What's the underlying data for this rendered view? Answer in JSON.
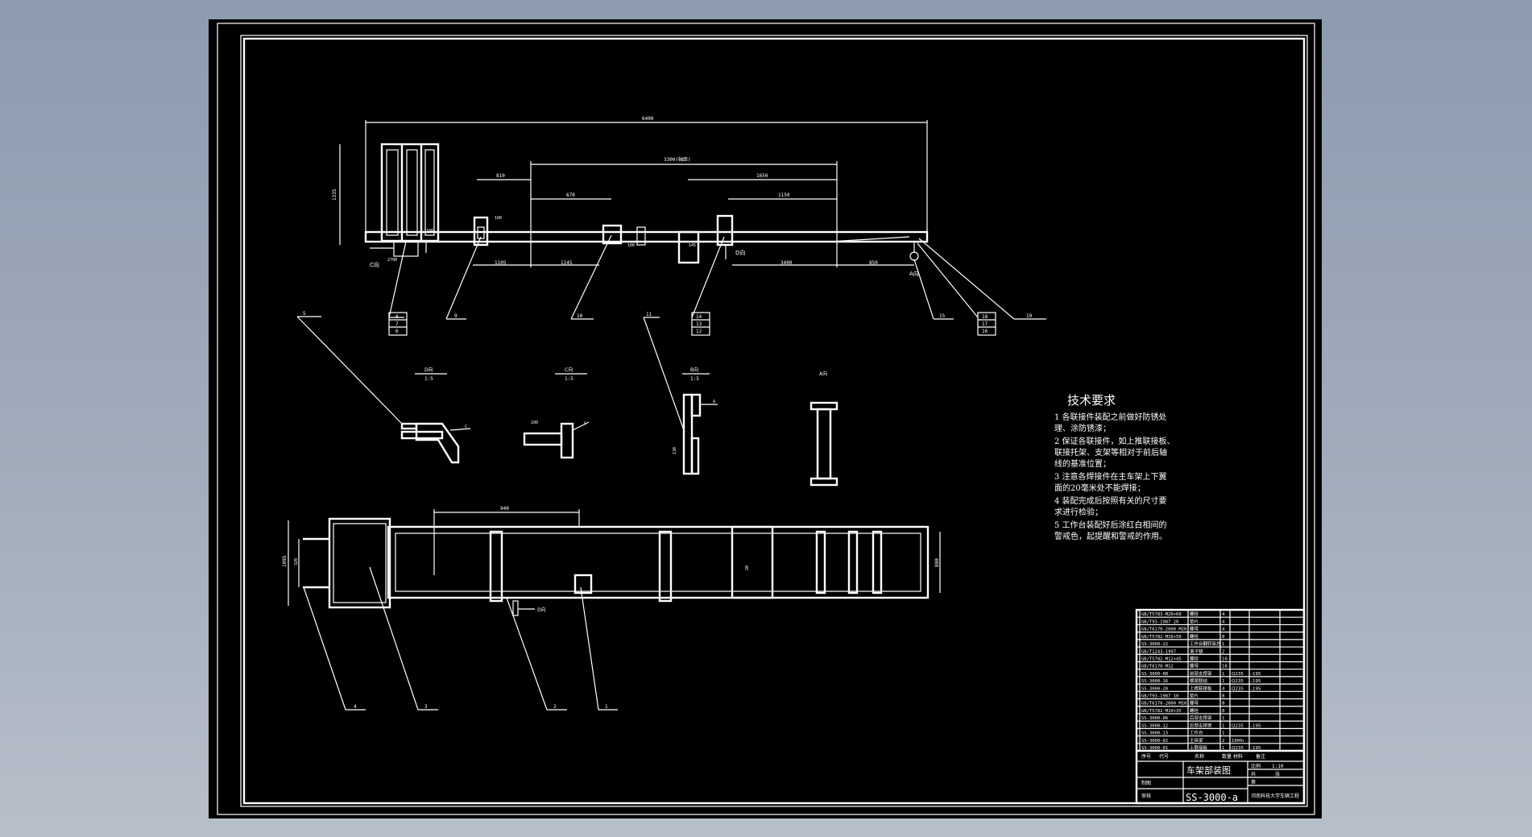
{
  "colors": {
    "background": "#000000",
    "lines": "#ffffff",
    "surround": "#9aa6b6"
  },
  "side_view": {
    "dimensions": {
      "overall": "6400",
      "wheelbase": "3300(轴距)",
      "d1": "810",
      "d2": "670",
      "d3": "1650",
      "d4": "1150",
      "d5": "1105",
      "d6": "1145",
      "d7": "3400",
      "d8": "850",
      "d9": "100",
      "d10": "100",
      "d11": "100",
      "d12": "145",
      "d13": "1335",
      "d14": "2700"
    },
    "view_labels": {
      "c": "C向",
      "d": "D向",
      "a": "A向"
    }
  },
  "balloons": {
    "b4": "4",
    "b5": "5",
    "b6": "6",
    "b7": "7",
    "b8": "8",
    "b9": "9",
    "b10": "10",
    "b11": "11",
    "b12": "12",
    "b13": "13",
    "b14": "14",
    "b15": "15",
    "b16": "16",
    "b17": "17",
    "b18": "18",
    "b19": "19",
    "b1": "1",
    "b2": "2",
    "b3": "3",
    "b4b": "4"
  },
  "detail_views": {
    "d": {
      "title": "D向",
      "scale": "1:5",
      "note": "C"
    },
    "c": {
      "title": "C向",
      "scale": "1:5",
      "note": "C",
      "dim": "100"
    },
    "b": {
      "title": "B向",
      "scale": "1:5",
      "note": "A",
      "dim": "130"
    },
    "a": {
      "title": "A向"
    }
  },
  "plan_view": {
    "dims": {
      "top": "940",
      "left": "1095",
      "left2": "320",
      "right": "880",
      "mid": "20"
    },
    "d_label": "D向"
  },
  "technical_requirements": {
    "title": "技术要求",
    "lines": [
      "1  各联接件装配之前做好防锈处",
      "   理、涂防锈漆；",
      "2  保证各联接件，如上推联接板、",
      "   联接托架、支架等相对于前后轴",
      "   线的基准位置；",
      "3  注意各焊接件在主车架上下翼",
      "   面的20毫米处不能焊接；",
      "4  装配完成后按照有关的尺寸要",
      "   求进行检验；",
      "5  工作台装配好后涂红白相间的",
      "   警戒色，起提醒和警戒的作用。"
    ]
  },
  "bom": {
    "rows": [
      [
        "GB/T5783-M20×60",
        "螺栓",
        "4",
        "",
        ""
      ],
      [
        "GB/T93-1987 20",
        "垫片",
        "4",
        "",
        ""
      ],
      [
        "GB/T6170-2000 M20",
        "螺母",
        "4",
        "",
        ""
      ],
      [
        "GB/T5782-M16×50",
        "螺栓",
        "8",
        "",
        ""
      ],
      [
        "SS-3000-22",
        "工作台翻转架总",
        "1",
        "",
        ""
      ],
      [
        "GB/T1243-1997",
        "滚子链",
        "2",
        "",
        ""
      ],
      [
        "GB/T5782-M12×45",
        "螺栓",
        "16",
        "",
        ""
      ],
      [
        "GB/T6170-M12",
        "螺母",
        "16",
        "",
        ""
      ],
      [
        "SS-3000-08",
        "前部支撑架",
        "1",
        "Q235",
        "-195"
      ],
      [
        "SS-3000-16",
        "横梁联结",
        "1",
        "Q235",
        "-195"
      ],
      [
        "SS-3000-20",
        "上推联接板",
        "4",
        "Q235",
        "-195"
      ],
      [
        "GB/T93-1987 10",
        "垫片",
        "8",
        "",
        ""
      ],
      [
        "GB/T6170-2000 M10",
        "螺母",
        "8",
        "",
        ""
      ],
      [
        "GB/T5782-M10×35",
        "螺栓",
        "8",
        "",
        ""
      ],
      [
        "SS-3000-06",
        "后部支撑架",
        "1",
        "",
        ""
      ],
      [
        "SS-3000-12",
        "后部支撑架",
        "1",
        "Q235",
        "-195"
      ],
      [
        "SS-3000-13",
        "工作台",
        "1",
        "",
        ""
      ],
      [
        "SS-3000-02",
        "主纵梁",
        "2",
        "16Mn",
        ""
      ],
      [
        "SS-3000-01",
        "上联接板",
        "1",
        "Q235",
        "-195"
      ]
    ],
    "header": [
      "序号",
      "代号",
      "名称",
      "数量",
      "材料",
      "备注"
    ],
    "title": "车架部装图",
    "drawing_no": "SS-3000-a",
    "scale_label": "比例",
    "scale": "1:10",
    "sheet_label": "张",
    "school": "河南科技大学车辆工程",
    "meta": [
      "制图",
      "审核",
      "共",
      "第"
    ]
  }
}
